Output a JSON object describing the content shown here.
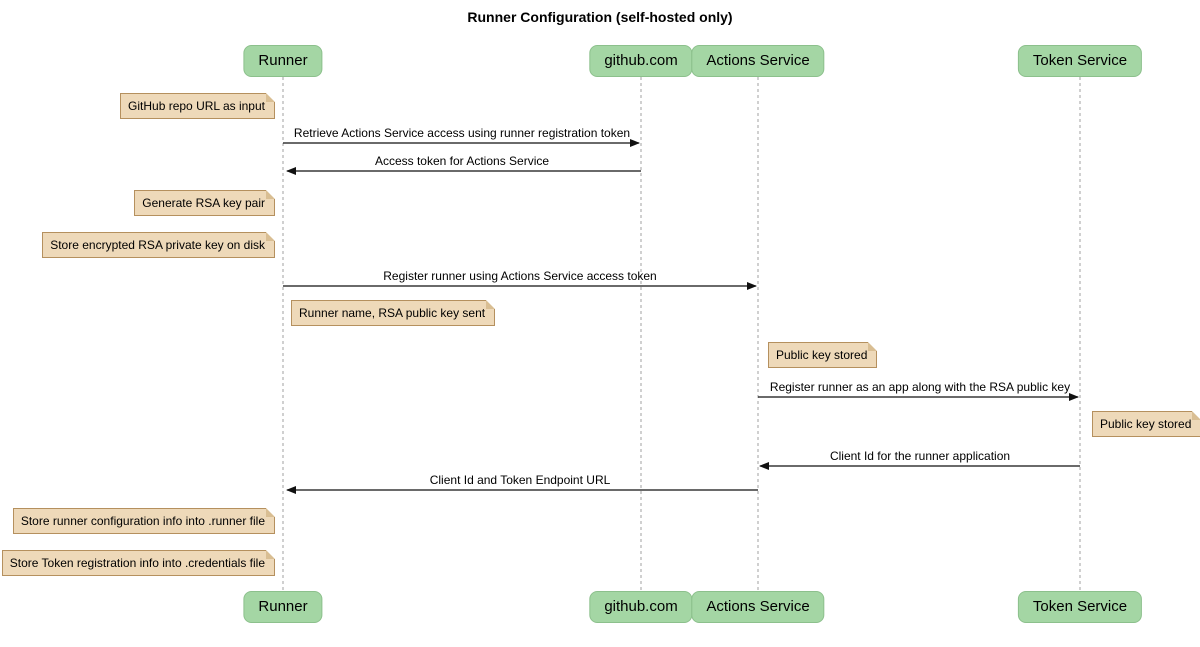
{
  "title": "Runner Configuration (self-hosted only)",
  "colors": {
    "background": "#ffffff",
    "text": "#000000",
    "participant_fill": "#a4d6a4",
    "participant_border": "#8cc08c",
    "note_fill": "#eed9b9",
    "note_border": "#b5905e",
    "note_fold": "#d9be93",
    "lifeline": "#a0a0a0",
    "arrow": "#111111"
  },
  "participants": [
    {
      "id": "runner",
      "label": "Runner"
    },
    {
      "id": "github",
      "label": "github.com"
    },
    {
      "id": "actions-service",
      "label": "Actions Service"
    },
    {
      "id": "token-service",
      "label": "Token Service"
    }
  ],
  "messages": [
    {
      "from": "Runner",
      "to": "github.com",
      "direction": "right",
      "label": "Retrieve Actions Service access using runner registration token"
    },
    {
      "from": "github.com",
      "to": "Runner",
      "direction": "left",
      "label": "Access token for Actions Service"
    },
    {
      "from": "Runner",
      "to": "Actions Service",
      "direction": "right",
      "label": "Register runner using Actions Service access token"
    },
    {
      "from": "Actions Service",
      "to": "Token Service",
      "direction": "right",
      "label": "Register runner as an app along with the RSA public key"
    },
    {
      "from": "Token Service",
      "to": "Actions Service",
      "direction": "left",
      "label": "Client Id for the runner application"
    },
    {
      "from": "Actions Service",
      "to": "Runner",
      "direction": "left",
      "label": "Client Id and Token Endpoint URL"
    }
  ],
  "notes": [
    {
      "position": "left of Runner",
      "text": "GitHub repo URL as input"
    },
    {
      "position": "left of Runner",
      "text": "Generate RSA key pair"
    },
    {
      "position": "left of Runner",
      "text": "Store encrypted RSA private key on disk"
    },
    {
      "position": "right of Runner",
      "text": "Runner name, RSA public key sent"
    },
    {
      "position": "right of Actions Service",
      "text": "Public key stored"
    },
    {
      "position": "right of Token Service",
      "text": "Public key stored"
    },
    {
      "position": "left of Runner",
      "text": "Store runner configuration info into .runner file"
    },
    {
      "position": "left of Runner",
      "text": "Store Token registration info into .credentials file"
    }
  ]
}
